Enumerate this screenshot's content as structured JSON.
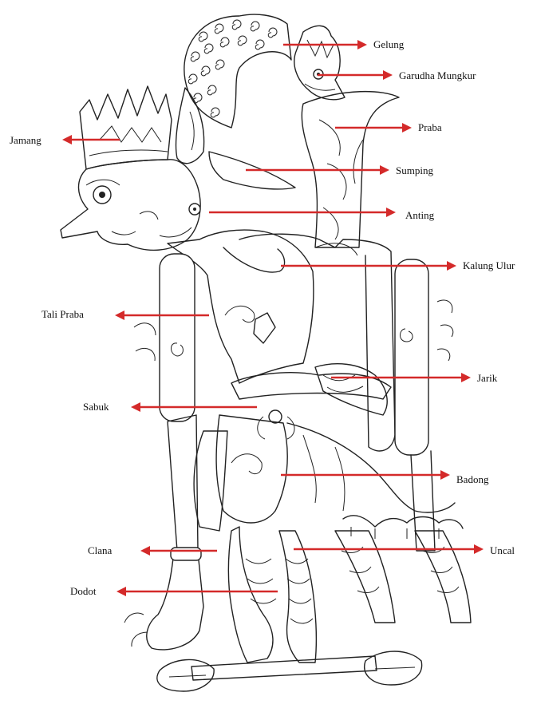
{
  "colors": {
    "arrow": "#d42a2a",
    "ink": "#222222",
    "background": "#ffffff"
  },
  "labels": {
    "gelung": "Gelung",
    "garudha_mungkur": "Garudha Mungkur",
    "praba": "Praba",
    "jamang": "Jamang",
    "sumping": "Sumping",
    "anting": "Anting",
    "kalung_ulur": "Kalung Ulur",
    "tali_praba": "Tali Praba",
    "jarik": "Jarik",
    "sabuk": "Sabuk",
    "badong": "Badong",
    "clana": "Clana",
    "uncal": "Uncal",
    "dodot": "Dodot"
  }
}
